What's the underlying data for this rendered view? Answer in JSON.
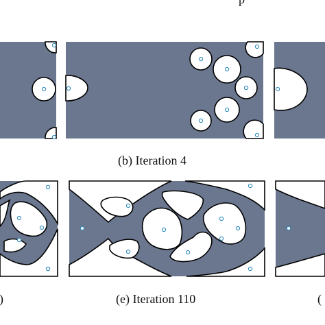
{
  "colors": {
    "material": "#6b778f",
    "void": "#ffffff",
    "boundary": "#000000",
    "seed_marker": "#2e8bc0"
  },
  "captions": {
    "top_panel": "(b) Iteration 4",
    "bottom_center_panel": "(e) Iteration 110",
    "bottom_left_fragment": ")",
    "bottom_right_fragment": "(",
    "top_cut_fragment": "p"
  }
}
